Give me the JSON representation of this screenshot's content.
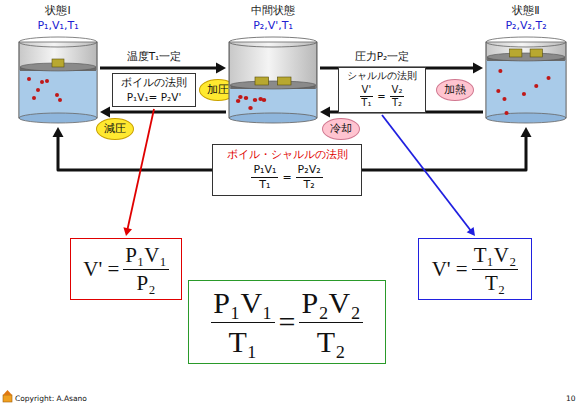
{
  "diagram": {
    "nodes": [
      {
        "text": [
          "状態Ⅰ",
          "P₁,V₁,T₁"
        ]
      },
      {
        "text": [
          "ボイルの法則",
          "P₁V₁= P₂V'"
        ]
      },
      {
        "text": [
          "加圧"
        ]
      },
      {
        "text": [
          "減圧"
        ]
      },
      {
        "text": [
          "中間状態",
          "P₂,V',T₁"
        ]
      },
      {
        "text": [
          "シャルルの法則",
          "V'",
          "T₁",
          "=",
          "V₂",
          "T₂"
        ]
      },
      {
        "text": [
          "加熱"
        ]
      },
      {
        "text": [
          "冷却"
        ]
      },
      {
        "text": [
          "状態Ⅱ",
          "P₂,V₂,T₂"
        ]
      },
      {
        "text": [
          "ボイル・シャルルの法則",
          "P₁V₁",
          "T₁",
          "=",
          "P₂V₂",
          "T₂"
        ]
      },
      {
        "text": [
          "V' =",
          "P₁V₁",
          "P₂"
        ]
      },
      {
        "text": [
          "P₁V₁",
          "T₁",
          "=",
          "P₂V₂",
          "T₂"
        ]
      },
      {
        "text": [
          "V' =",
          "T₁V₂",
          "T₂"
        ]
      }
    ],
    "edges": [
      {
        "from": 0,
        "to": 4,
        "arrow": "to"
      },
      {
        "from": 4,
        "to": 0,
        "arrow": "to"
      },
      {
        "from": 4,
        "to": 8,
        "arrow": "to"
      },
      {
        "from": 8,
        "to": 4,
        "arrow": "to"
      },
      {
        "from": 0,
        "to": 8,
        "arrow": "both"
      },
      {
        "from": 1,
        "to": 10,
        "arrow": "to"
      },
      {
        "from": 5,
        "to": 12,
        "arrow": "to"
      }
    ],
    "labels": [
      "温度T₁一定",
      "圧力P₂一定",
      "Copyright: A.Asano",
      "10"
    ]
  }
}
